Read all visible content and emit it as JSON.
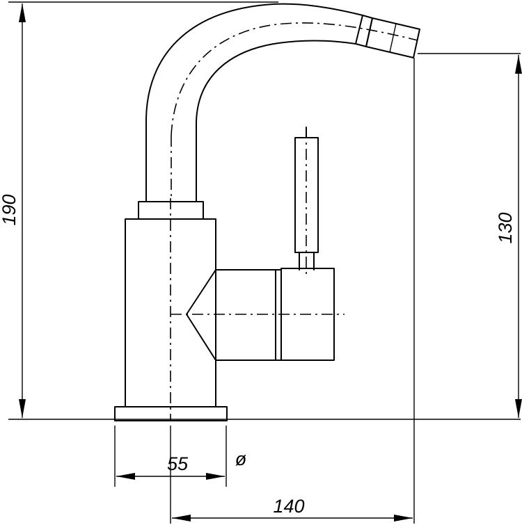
{
  "dimensions": {
    "total_height": "190",
    "spout_height": "130",
    "base_diameter": "55",
    "diameter_symbol": "ø",
    "spout_reach": "140"
  }
}
